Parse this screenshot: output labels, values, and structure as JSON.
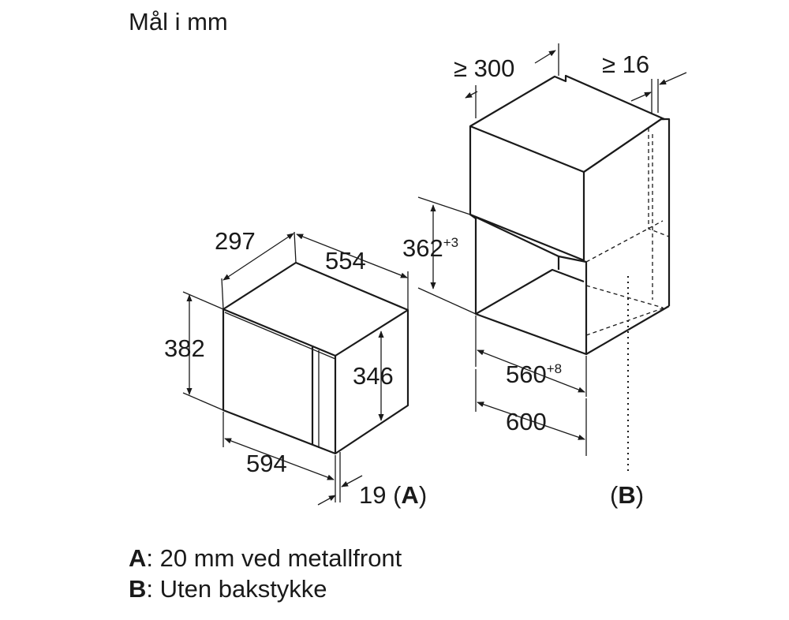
{
  "title": "Mål i mm",
  "appliance": {
    "depth": "297",
    "width": "554",
    "height": "382",
    "door_height": "346",
    "front_width": "594",
    "front_offset": "19",
    "note_ref": "A"
  },
  "niche": {
    "rear_clearance": "≥ 300",
    "top_clearance": "≥ 16",
    "height_base": "362",
    "height_tol": "+3",
    "width_base": "560",
    "width_tol": "+8",
    "cabinet_width": "600",
    "note_ref": "B"
  },
  "legend": [
    {
      "key": "A",
      "text": ": 20 mm ved metallfront"
    },
    {
      "key": "B",
      "text": ": Uten bakstykke"
    }
  ]
}
